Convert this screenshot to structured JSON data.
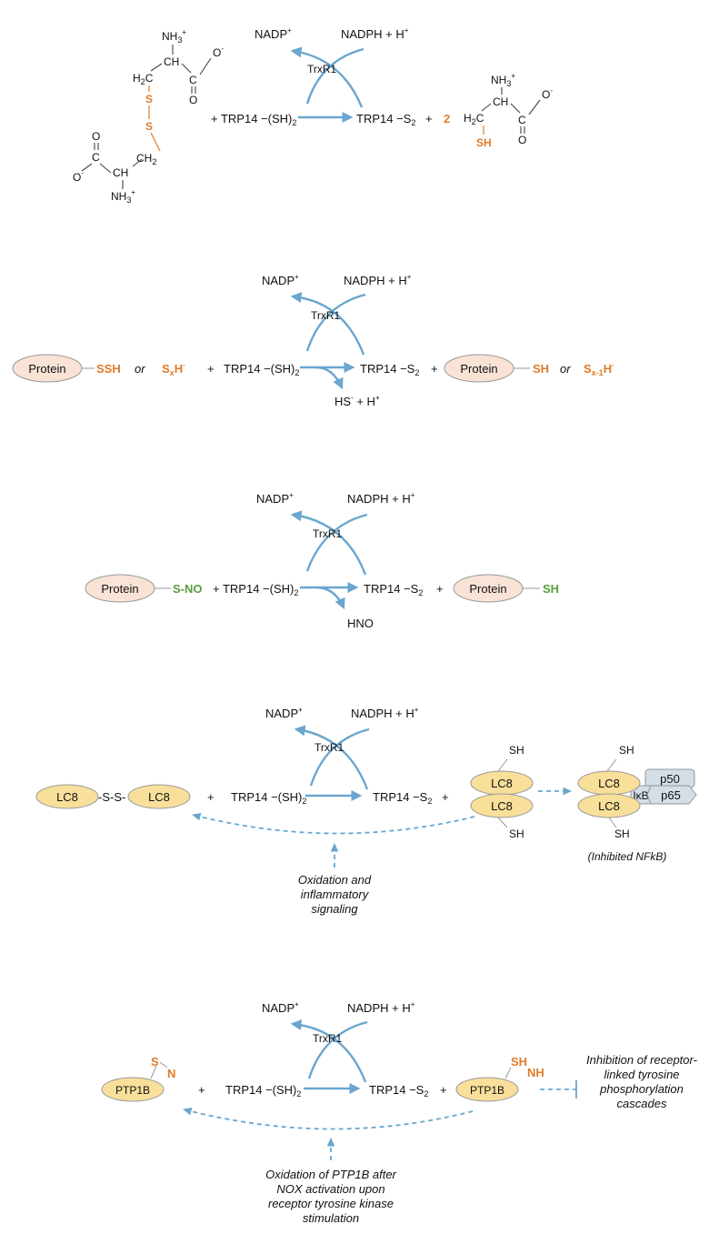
{
  "labels": {
    "nadp": "NADP",
    "nadph": "NADPH + H",
    "trxr1": "TrxR1",
    "trp14_sh2": "TRP14 −(SH)",
    "trp14_sh2_plus": "+ TRP14 −(SH)",
    "trp14_s2": "TRP14 −S",
    "plus": "+",
    "or": "or",
    "protein": "Protein"
  },
  "panel1": {
    "nh3": "NH",
    "ch": "CH",
    "h2c": "H",
    "c": "C",
    "o": "O",
    "s": "S",
    "ch2": "CH",
    "two": "2",
    "sh": "SH"
  },
  "panel2": {
    "ssh": "SSH",
    "sxh": "S",
    "sh": "SH",
    "sx1h": "S",
    "hs": "HS",
    "hs_rest": " + H"
  },
  "panel3": {
    "sno": "S-NO",
    "sh": "SH",
    "hno": "HNO"
  },
  "panel4": {
    "lc8": "LC8",
    "ss": "-S-S-",
    "sh": "SH",
    "p50": "p50",
    "p65": "p65",
    "ikb": "IκB",
    "inhibited": "(Inhibited NFkB)",
    "note_line1": "Oxidation and",
    "note_line2": "inflammatory",
    "note_line3": "signaling"
  },
  "panel5": {
    "ptp1b": "PTP1B",
    "s": "S",
    "n": "N",
    "sh": "SH",
    "nh": "NH",
    "inhib_line1": "Inhibition of receptor-",
    "inhib_line2": "linked tyrosine",
    "inhib_line3": "phosphorylation",
    "inhib_line4": "cascades",
    "note_line1": "Oxidation of PTP1B after",
    "note_line2": "NOX activation upon",
    "note_line3": "receptor tyrosine kinase",
    "note_line4": "stimulation"
  },
  "colors": {
    "arrow": "#6aa6cf",
    "sulfur": "#e07b28",
    "nitroso": "#5a9e3a",
    "protein_fill": "#f9e3d6",
    "lc8_fill": "#f8df9a",
    "nfkb_fill": "#d5dde5"
  }
}
